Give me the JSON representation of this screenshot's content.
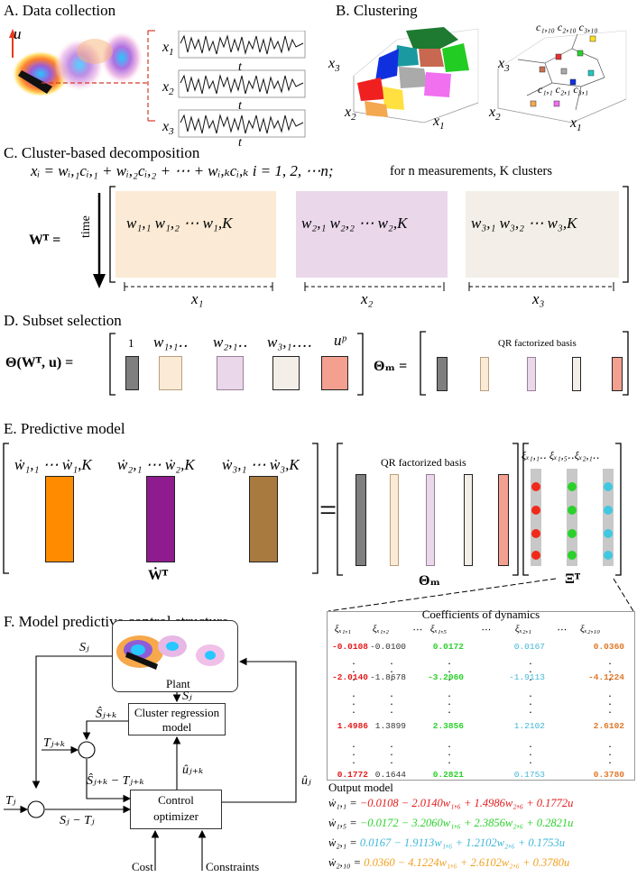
{
  "panels": {
    "a": {
      "title": "A. Data collection",
      "u": "u",
      "x1": "x",
      "x1s": "1",
      "x2": "x",
      "x2s": "2",
      "x3": "x",
      "x3s": "3",
      "t": "t"
    },
    "b": {
      "title": "B. Clustering",
      "x1": "x",
      "x1s": "1",
      "x2": "x",
      "x2s": "2",
      "x3": "x",
      "x3s": "3",
      "c_top": "c₁,₁₀ c₂,₁₀ c₃,₁₀",
      "c_bot": "c₁,₁ c₂,₁ c₃,₁"
    },
    "c": {
      "title": "C. Cluster-based decomposition",
      "formula": "xᵢ = wᵢ,₁cᵢ,₁ + wᵢ,₂cᵢ,₂ + ⋯ + wᵢ,ₖcᵢ,ₖ   i = 1, 2, ⋯n;",
      "note": "for n measurements, K clusters",
      "wt": "Wᵀ =",
      "time": "time",
      "b1": "w₁,₁  w₁,₂ ⋯ w₁,K",
      "b2": "w₂,₁  w₂,₂ ⋯ w₂,K",
      "b3": "w₃,₁  w₃,₂ ⋯ w₃,K",
      "x1": "x₁",
      "x2": "x₂",
      "x3": "x₃"
    },
    "d": {
      "title": "D. Subset selection",
      "theta": "Θ(Wᵀ, u) =",
      "one": "1",
      "h1": "w₁,₁‥",
      "h2": "w₂,₁‥",
      "h3": "w₃,₁‥‥",
      "hp": "uᵖ",
      "thetam": "Θₘ =",
      "qr": "QR factorized basis"
    },
    "e": {
      "title": "E. Predictive model",
      "h1": "ẇ₁,₁ ⋯ ẇ₁,K",
      "h2": "ẇ₂,₁ ⋯ ẇ₂,K",
      "h3": "ẇ₃,₁ ⋯ ẇ₃,K",
      "wdot": "Ẇᵀ",
      "eq": "=",
      "qr": "QR factorized basis",
      "thetam": "Θₘ",
      "xi": "Ξᵀ",
      "xihead": "ξₓ₁,₁‥ ξₓ₁,₅‥ξₓ₂,₁‥"
    },
    "f": {
      "title": "F. Model predictive control structure",
      "sj": "Sⱼ",
      "sj2": "Sⱼ",
      "plant": "Plant",
      "shat": "Ŝⱼ₊ₖ",
      "crm1": "Cluster regression",
      "crm2": "model",
      "tjk": "Tⱼ₊ₖ",
      "diff": "Ŝⱼ₊ₖ − Tⱼ₊ₖ",
      "uhat": "ûⱼ₊ₖ",
      "uhatj": "ûⱼ",
      "ctrl1": "Control",
      "ctrl2": "optimizer",
      "tj": "Tⱼ",
      "sjtj": "Sⱼ − Tⱼ",
      "cost": "Cost",
      "constraints": "Constraints"
    }
  },
  "coefficients": {
    "title": "Coefficients of dynamics",
    "headers": [
      "ξₓ₁,₁",
      "ξₓ₁,₂",
      "⋯",
      "ξₓ₁,₅",
      "⋯",
      "ξₓ₂,₁",
      "⋯",
      "ξₓ₂,₁₀"
    ],
    "columns": [
      {
        "color": "#e41a1c",
        "bold": true,
        "rows": [
          "-0.0108",
          "-2.0140",
          "1.4986",
          "0.1772"
        ]
      },
      {
        "color": "#333333",
        "bold": false,
        "rows": [
          "-0.0100",
          "-1.8678",
          "1.3899",
          "0.1644"
        ]
      },
      {
        "color": "#2bd12b",
        "bold": true,
        "rows": [
          "0.0172",
          "-3.2060",
          "2.3856",
          "0.2821"
        ]
      },
      {
        "color": "#3fb6d8",
        "bold": false,
        "rows": [
          "0.0167",
          "-1.9113",
          "1.2102",
          "0.1753"
        ]
      },
      {
        "color": "#e0782a",
        "bold": true,
        "rows": [
          "0.0360",
          "-4.1224",
          "2.6102",
          "0.3780"
        ]
      }
    ],
    "output_title": "Output model",
    "equations": [
      {
        "lhs": "ẇ₁,₁ =",
        "rhs": "−0.0108 − 2.0140w₁,₆ + 1.4986w₂,₆ + 0.1772u",
        "color": "#e41a1c"
      },
      {
        "lhs": "ẇ₁,₅ =",
        "rhs": "−0.0172 − 3.2060w₁,₆ + 2.3856w₂,₆ + 0.2821u",
        "color": "#2bd12b"
      },
      {
        "lhs": "ẇ₂,₁ =",
        "rhs": "0.0167 − 1.9113w₁,₆ + 1.2102w₂,₆ + 0.1753u",
        "color": "#3fb6d8"
      },
      {
        "lhs": "ẇ₂,₁₀ =",
        "rhs": "0.0360 − 4.1224w₁,₆ + 2.6102w₂,₆ + 0.3780u",
        "color": "#f0a020"
      }
    ]
  },
  "colors": {
    "cluster1": "#fbead5",
    "cluster2": "#ead8ea",
    "cluster3": "#f3efe8",
    "gray": "#7f7f7f",
    "peach": "#fbead5",
    "lilac": "#ead8ea",
    "cream": "#f3efe8",
    "salmon": "#f4a090",
    "orange": "#ff8c00",
    "purple": "#8e1c8e",
    "brown": "#a97a40"
  }
}
